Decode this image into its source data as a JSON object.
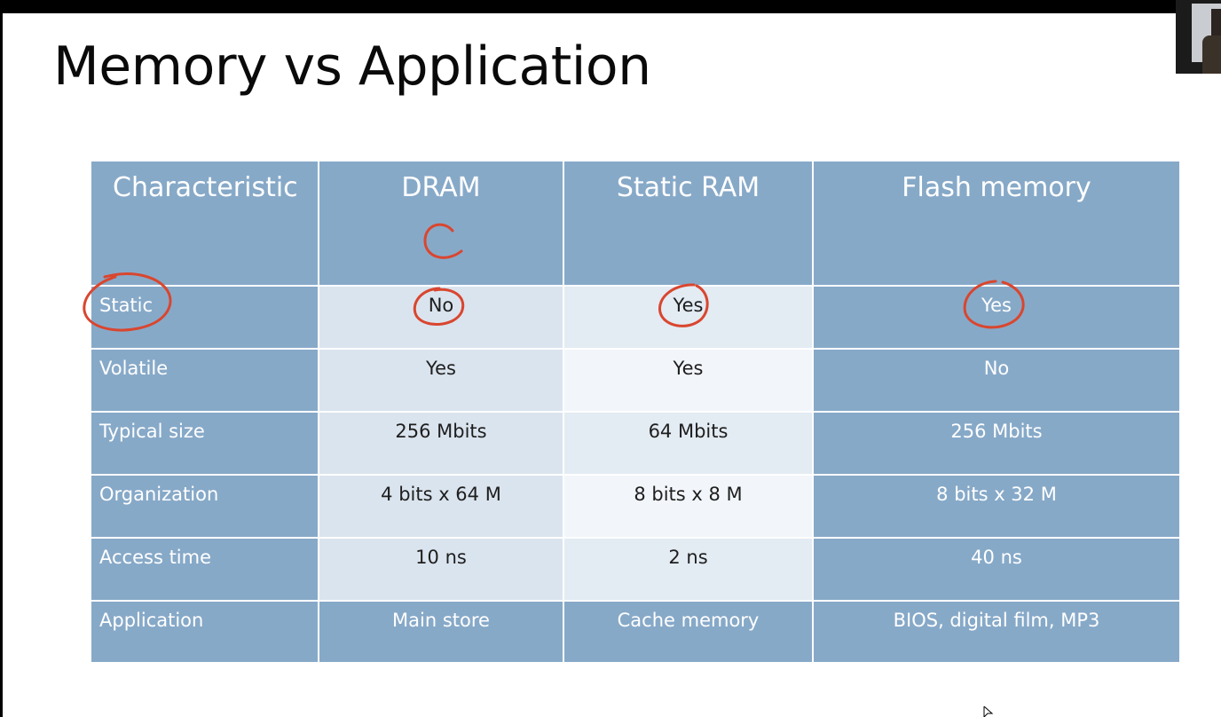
{
  "slide": {
    "title": "Memory vs Application"
  },
  "table": {
    "headers": [
      "Characteristic",
      "DRAM",
      "Static RAM",
      "Flash memory"
    ],
    "rows": [
      {
        "label": "Static",
        "dram": "No",
        "sram": "Yes",
        "flash": "Yes"
      },
      {
        "label": "Volatile",
        "dram": "Yes",
        "sram": "Yes",
        "flash": "No"
      },
      {
        "label": "Typical size",
        "dram": "256 Mbits",
        "sram": "64 Mbits",
        "flash": "256 Mbits"
      },
      {
        "label": "Organization",
        "dram": "4 bits x 64 M",
        "sram": "8 bits x 8 M",
        "flash": "8 bits x 32 M"
      },
      {
        "label": "Access time",
        "dram": "10 ns",
        "sram": "2 ns",
        "flash": "40 ns"
      },
      {
        "label": "Application",
        "dram": "Main store",
        "sram": "Cache memory",
        "flash": "BIOS, digital film, MP3"
      }
    ]
  },
  "annotations": {
    "ink_color": "#d9462f",
    "handwritten_letter": "C"
  },
  "colors": {
    "header_blue": "#87a9c8",
    "dram_cell": "#dae4ee",
    "sram_cell_light": "#f2f6fa",
    "sram_cell": "#e3ebf3"
  }
}
